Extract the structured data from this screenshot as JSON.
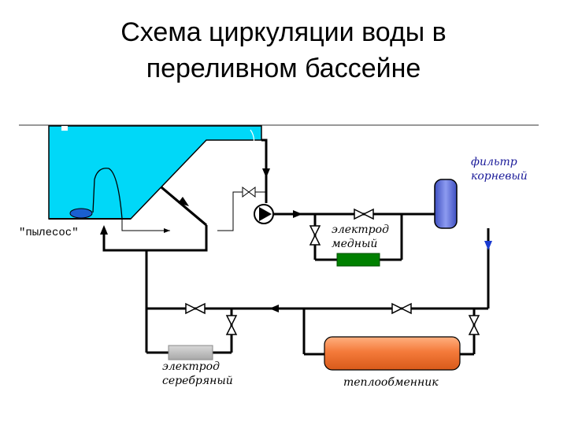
{
  "title": {
    "line1": "Схема циркуляции воды в",
    "line2": "переливном бассейне"
  },
  "labels": {
    "vacuum": "\"пылесос\"",
    "filter_line1": "фильтр",
    "filter_line2": "корневый",
    "copper_line1": "электрод",
    "copper_line2": "медный",
    "silver_line1": "электрод",
    "silver_line2": "серебряный",
    "heat_exchanger": "теплообменник"
  },
  "colors": {
    "pool_water": "#00d8f8",
    "pipe": "#000000",
    "copper_electrode": "#008000",
    "silver_electrode": "#c0c0c0",
    "heat_exchanger": "#f47a3a",
    "filter": "#6a7ad8",
    "vacuum_cleaner": "#1a5fd0"
  }
}
